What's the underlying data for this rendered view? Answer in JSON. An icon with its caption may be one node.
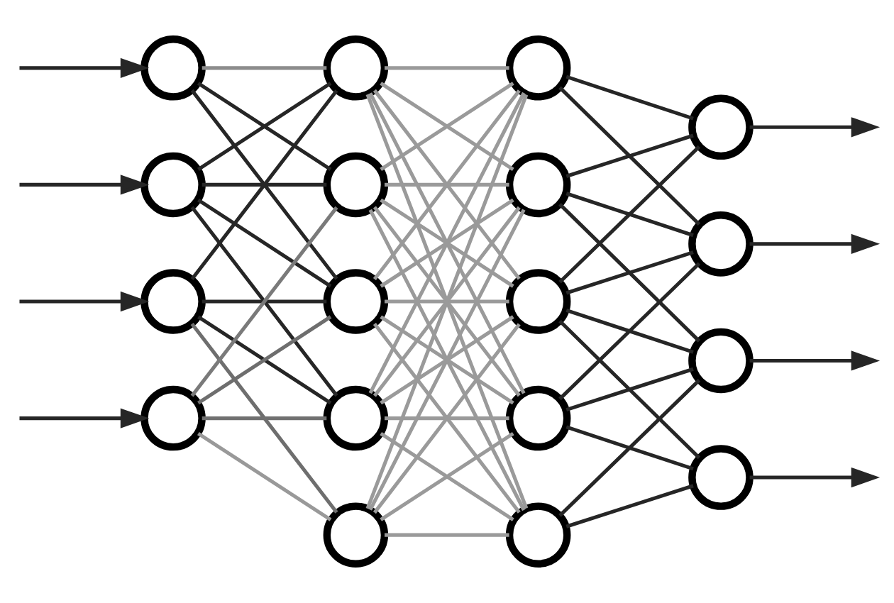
{
  "diagram": {
    "nodes": [
      {
        "text": [],
        "shape": "circle"
      },
      {
        "text": [],
        "shape": "circle"
      },
      {
        "text": [],
        "shape": "circle"
      },
      {
        "text": [],
        "shape": "circle"
      },
      {
        "text": [],
        "shape": "circle"
      },
      {
        "text": [],
        "shape": "circle"
      },
      {
        "text": [],
        "shape": "circle"
      },
      {
        "text": [],
        "shape": "circle"
      },
      {
        "text": [],
        "shape": "circle"
      },
      {
        "text": [],
        "shape": "circle"
      },
      {
        "text": [],
        "shape": "circle"
      },
      {
        "text": [],
        "shape": "circle"
      },
      {
        "text": [],
        "shape": "circle"
      },
      {
        "text": [],
        "shape": "circle"
      },
      {
        "text": [],
        "shape": "circle"
      },
      {
        "text": [],
        "shape": "circle"
      },
      {
        "text": [],
        "shape": "circle"
      },
      {
        "text": [],
        "shape": "circle"
      }
    ],
    "edges": [
      {
        "from": null,
        "to": 0,
        "arrow": "to"
      },
      {
        "from": null,
        "to": 1,
        "arrow": "to"
      },
      {
        "from": null,
        "to": 2,
        "arrow": "to"
      },
      {
        "from": null,
        "to": 3,
        "arrow": "to"
      },
      {
        "from": 0,
        "to": 4,
        "arrow": "none",
        "color": "#8c8c8c"
      },
      {
        "from": 0,
        "to": 5,
        "arrow": "none"
      },
      {
        "from": 0,
        "to": 6,
        "arrow": "none"
      },
      {
        "from": 1,
        "to": 4,
        "arrow": "none"
      },
      {
        "from": 1,
        "to": 5,
        "arrow": "none"
      },
      {
        "from": 1,
        "to": 6,
        "arrow": "none"
      },
      {
        "from": 1,
        "to": 7,
        "arrow": "none"
      },
      {
        "from": 2,
        "to": 4,
        "arrow": "none"
      },
      {
        "from": 2,
        "to": 6,
        "arrow": "none"
      },
      {
        "from": 2,
        "to": 7,
        "arrow": "none"
      },
      {
        "from": 2,
        "to": 8,
        "arrow": "none",
        "color": "#6e6e6e"
      },
      {
        "from": 3,
        "to": 5,
        "arrow": "none",
        "color": "#7a7a7a"
      },
      {
        "from": 3,
        "to": 6,
        "arrow": "none",
        "color": "#6e6e6e"
      },
      {
        "from": 3,
        "to": 7,
        "arrow": "none",
        "color": "#707070"
      },
      {
        "from": 3,
        "to": 8,
        "arrow": "none",
        "color": "#999999"
      },
      {
        "from": 4,
        "to": 9,
        "arrow": "none",
        "color": "#9a9a9a"
      },
      {
        "from": 4,
        "to": 10,
        "arrow": "none",
        "color": "#9a9a9a"
      },
      {
        "from": 4,
        "to": 11,
        "arrow": "none",
        "color": "#9a9a9a"
      },
      {
        "from": 4,
        "to": 12,
        "arrow": "none",
        "color": "#9a9a9a"
      },
      {
        "from": 4,
        "to": 13,
        "arrow": "none",
        "color": "#9a9a9a"
      },
      {
        "from": 5,
        "to": 9,
        "arrow": "none",
        "color": "#9a9a9a"
      },
      {
        "from": 5,
        "to": 10,
        "arrow": "none",
        "color": "#9a9a9a"
      },
      {
        "from": 5,
        "to": 11,
        "arrow": "none",
        "color": "#9a9a9a"
      },
      {
        "from": 5,
        "to": 12,
        "arrow": "none",
        "color": "#9a9a9a"
      },
      {
        "from": 5,
        "to": 13,
        "arrow": "none",
        "color": "#9a9a9a"
      },
      {
        "from": 6,
        "to": 9,
        "arrow": "none",
        "color": "#9a9a9a"
      },
      {
        "from": 6,
        "to": 10,
        "arrow": "none",
        "color": "#9a9a9a"
      },
      {
        "from": 6,
        "to": 11,
        "arrow": "none",
        "color": "#9a9a9a"
      },
      {
        "from": 6,
        "to": 12,
        "arrow": "none",
        "color": "#9a9a9a"
      },
      {
        "from": 6,
        "to": 13,
        "arrow": "none",
        "color": "#9a9a9a"
      },
      {
        "from": 7,
        "to": 9,
        "arrow": "none",
        "color": "#9a9a9a"
      },
      {
        "from": 7,
        "to": 10,
        "arrow": "none",
        "color": "#9a9a9a"
      },
      {
        "from": 7,
        "to": 11,
        "arrow": "none",
        "color": "#9a9a9a"
      },
      {
        "from": 7,
        "to": 12,
        "arrow": "none",
        "color": "#9a9a9a"
      },
      {
        "from": 7,
        "to": 13,
        "arrow": "none",
        "color": "#9a9a9a"
      },
      {
        "from": 8,
        "to": 9,
        "arrow": "none",
        "color": "#9a9a9a"
      },
      {
        "from": 8,
        "to": 10,
        "arrow": "none",
        "color": "#9a9a9a"
      },
      {
        "from": 8,
        "to": 11,
        "arrow": "none",
        "color": "#9a9a9a"
      },
      {
        "from": 8,
        "to": 12,
        "arrow": "none",
        "color": "#9a9a9a"
      },
      {
        "from": 8,
        "to": 13,
        "arrow": "none",
        "color": "#9a9a9a"
      },
      {
        "from": 9,
        "to": 14,
        "arrow": "none"
      },
      {
        "from": 9,
        "to": 15,
        "arrow": "none"
      },
      {
        "from": 10,
        "to": 14,
        "arrow": "none"
      },
      {
        "from": 10,
        "to": 15,
        "arrow": "none"
      },
      {
        "from": 10,
        "to": 16,
        "arrow": "none"
      },
      {
        "from": 11,
        "to": 14,
        "arrow": "none"
      },
      {
        "from": 11,
        "to": 15,
        "arrow": "none"
      },
      {
        "from": 11,
        "to": 16,
        "arrow": "none"
      },
      {
        "from": 11,
        "to": 17,
        "arrow": "none"
      },
      {
        "from": 12,
        "to": 15,
        "arrow": "none"
      },
      {
        "from": 12,
        "to": 16,
        "arrow": "none"
      },
      {
        "from": 12,
        "to": 17,
        "arrow": "none"
      },
      {
        "from": 13,
        "to": 16,
        "arrow": "none"
      },
      {
        "from": 13,
        "to": 17,
        "arrow": "none"
      },
      {
        "from": 14,
        "to": null,
        "arrow": "to"
      },
      {
        "from": 15,
        "to": null,
        "arrow": "to"
      },
      {
        "from": 16,
        "to": null,
        "arrow": "to"
      },
      {
        "from": 17,
        "to": null,
        "arrow": "to"
      }
    ]
  }
}
